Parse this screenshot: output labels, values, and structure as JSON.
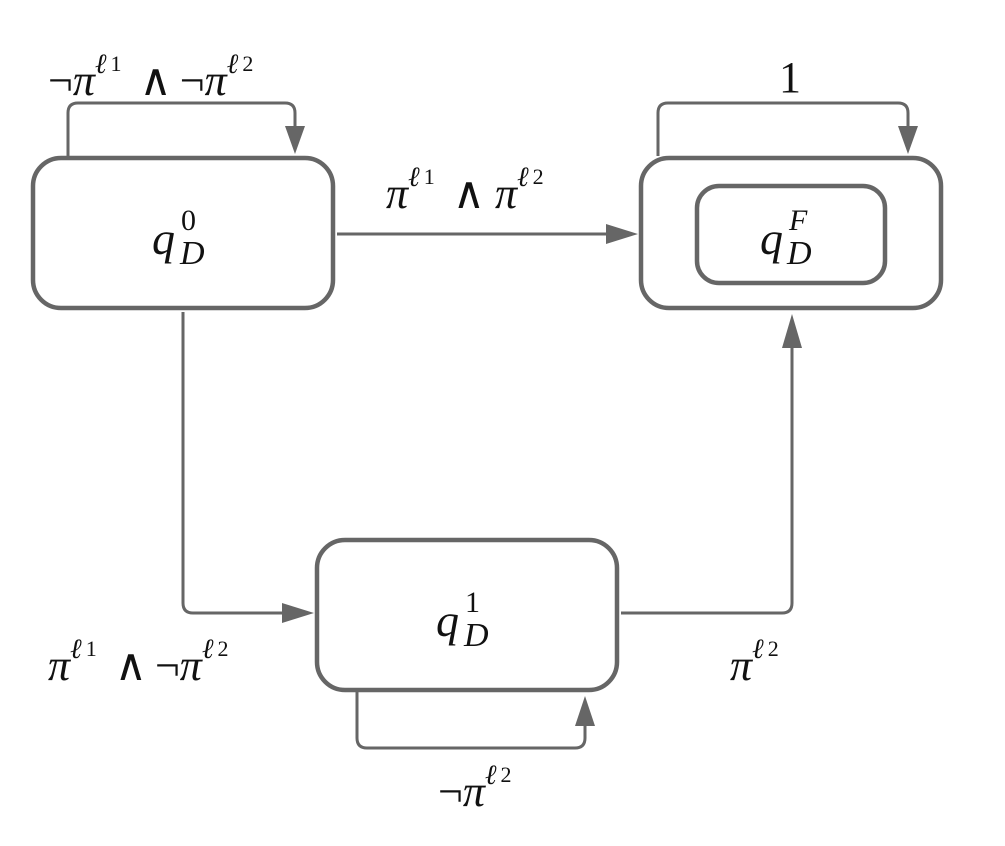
{
  "colors": {
    "stroke": "#666666",
    "text": "#111111",
    "background": "#ffffff"
  },
  "states": {
    "q0": {
      "base": "q",
      "sup": "0",
      "sub": "D"
    },
    "qF": {
      "base": "q",
      "sup": "F",
      "sub": "D",
      "accepting": true
    },
    "q1": {
      "base": "q",
      "sup": "1",
      "sub": "D"
    }
  },
  "transitions": [
    {
      "from": "q0",
      "to": "q0",
      "label": "¬π^{ℓ1} ∧ ¬π^{ℓ2}"
    },
    {
      "from": "q0",
      "to": "qF",
      "label": "π^{ℓ1} ∧ π^{ℓ2}"
    },
    {
      "from": "qF",
      "to": "qF",
      "label": "1"
    },
    {
      "from": "q0",
      "to": "q1",
      "label": "π^{ℓ1} ∧ ¬π^{ℓ2}"
    },
    {
      "from": "q1",
      "to": "qF",
      "label": "π^{ℓ2}"
    },
    {
      "from": "q1",
      "to": "q1",
      "label": "¬π^{ℓ2}"
    }
  ],
  "text": {
    "neg": "¬",
    "pi": "π",
    "and": "∧",
    "ell": "ℓ",
    "one_sub": "1",
    "two_sub": "2",
    "one": "1"
  }
}
